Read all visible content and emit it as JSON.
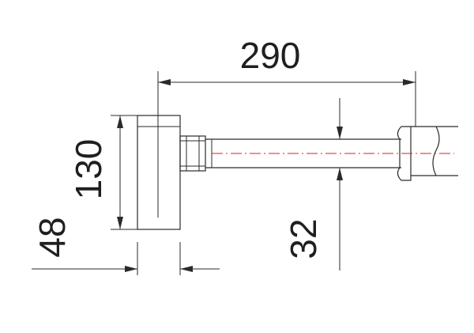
{
  "drawing": {
    "dimensions": {
      "width_total": "290",
      "height_trap": "130",
      "trap_depth": "48",
      "pipe_diameter": "32"
    },
    "colors": {
      "line": "#2a2a2a",
      "axis": "#dd2222",
      "text": "#1f1f1f",
      "background": "#ffffff"
    }
  }
}
